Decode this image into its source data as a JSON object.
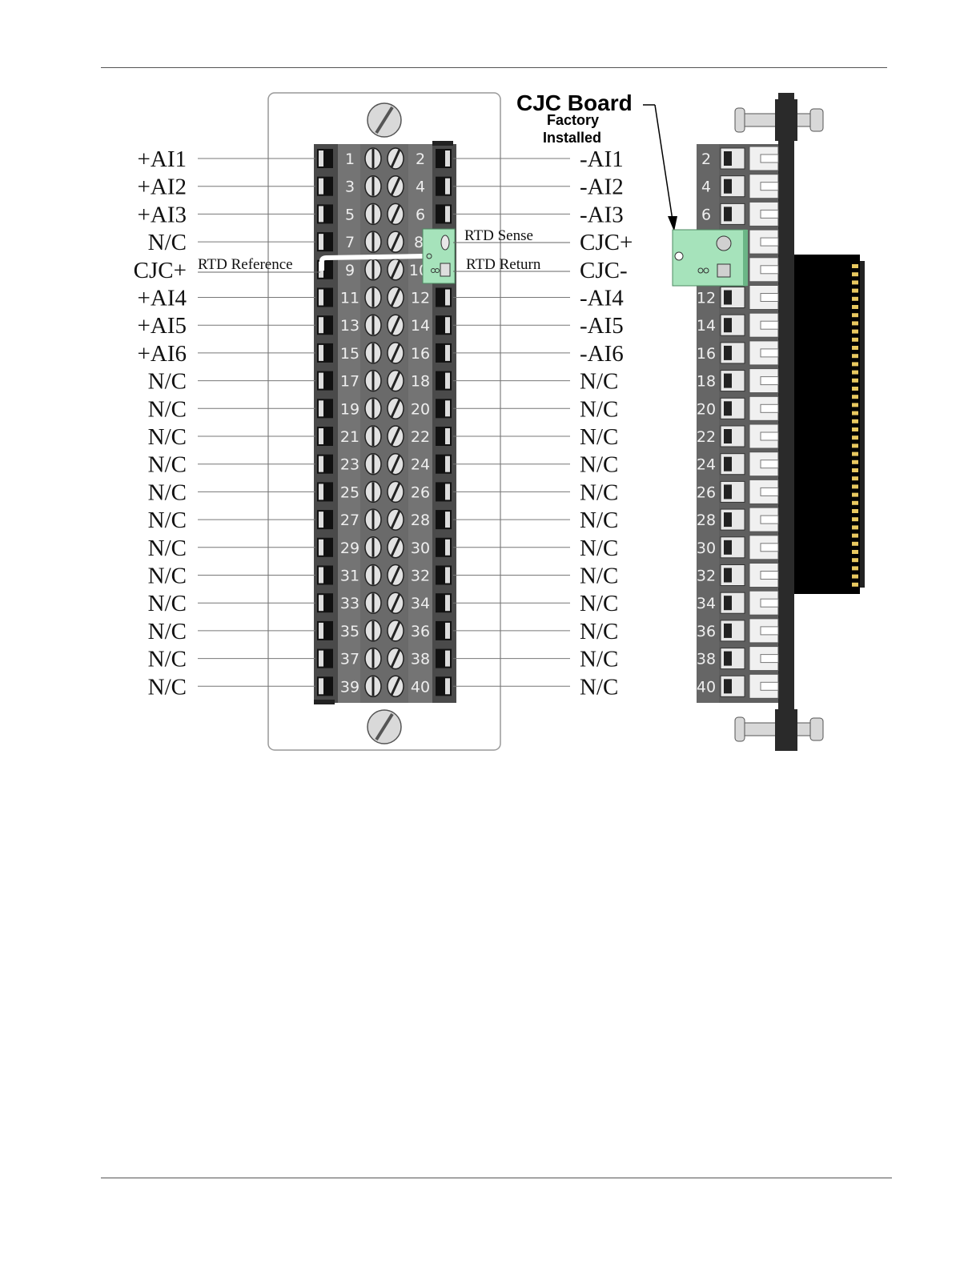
{
  "left_labels": [
    "+AI1",
    "+AI2",
    "+AI3",
    "N/C",
    "CJC+",
    "+AI4",
    "+AI5",
    "+AI6",
    "N/C",
    "N/C",
    "N/C",
    "N/C",
    "N/C",
    "N/C",
    "N/C",
    "N/C",
    "N/C",
    "N/C",
    "N/C",
    "N/C"
  ],
  "right_labels": [
    "-AI1",
    "-AI2",
    "-AI3",
    "CJC+",
    "CJC-",
    "-AI4",
    "-AI5",
    "-AI6",
    "N/C",
    "N/C",
    "N/C",
    "N/C",
    "N/C",
    "N/C",
    "N/C",
    "N/C",
    "N/C",
    "N/C",
    "N/C",
    "N/C"
  ],
  "odd_terminals": [
    "1",
    "3",
    "5",
    "7",
    "9",
    "11",
    "13",
    "15",
    "17",
    "19",
    "21",
    "23",
    "25",
    "27",
    "29",
    "31",
    "33",
    "35",
    "37",
    "39"
  ],
  "even_terminals": [
    "2",
    "4",
    "6",
    "8",
    "10",
    "12",
    "14",
    "16",
    "18",
    "20",
    "22",
    "24",
    "26",
    "28",
    "30",
    "32",
    "34",
    "36",
    "38",
    "40"
  ],
  "side_terminals": [
    "2",
    "4",
    "6",
    "",
    "",
    "12",
    "14",
    "16",
    "18",
    "20",
    "22",
    "24",
    "26",
    "28",
    "30",
    "32",
    "34",
    "36",
    "38",
    "40"
  ],
  "annotations": {
    "rtd_reference": "RTD Reference",
    "rtd_sense": "RTD Sense",
    "rtd_return": "RTD Return"
  },
  "cjc_callout": {
    "title": "CJC Board",
    "line1": "Factory",
    "line2": "Installed"
  },
  "colors": {
    "strip_dark": "#5a5a5a",
    "strip_mid": "#707070",
    "screw": "#dcdcdc",
    "cjc_board": "#a6e3bb",
    "connector": "#000000",
    "connector_pin": "#e8c860"
  }
}
